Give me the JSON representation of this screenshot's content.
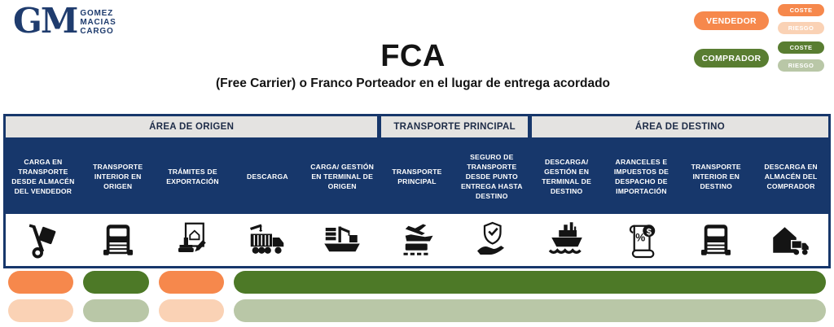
{
  "brand": {
    "initials": "GM",
    "name_lines": [
      "GOMEZ",
      "MACIAS",
      "CARGO"
    ]
  },
  "legend": {
    "vendedor": {
      "label": "VENDEDOR",
      "coste": "COSTE",
      "riesgo": "RIESGO"
    },
    "comprador": {
      "label": "COMPRADOR",
      "coste": "COSTE",
      "riesgo": "RIESGO"
    }
  },
  "title": "FCA",
  "subtitle": "(Free Carrier) o Franco Porteador en el lugar de entrega acordado",
  "sections": [
    {
      "label": "ÁREA DE ORIGEN",
      "cols": 5
    },
    {
      "label": "TRANSPORTE PRINCIPAL",
      "cols": 2
    },
    {
      "label": "ÁREA DE DESTINO",
      "cols": 4
    }
  ],
  "steps": [
    {
      "label": "CARGA EN TRANSPORTE DESDE ALMACÉN DEL VENDEDOR",
      "icon": "hand-truck-icon"
    },
    {
      "label": "TRANSPORTE INTERIOR EN ORIGEN",
      "icon": "truck-front-icon"
    },
    {
      "label": "TRÁMITES DE EXPORTACIÓN",
      "icon": "export-stamp-document-icon"
    },
    {
      "label": "DESCARGA",
      "icon": "container-truck-icon"
    },
    {
      "label": "CARGA/ GESTIÓN EN TERMINAL DE ORIGEN",
      "icon": "port-crane-ship-icon"
    },
    {
      "label": "TRANSPORTE PRINCIPAL",
      "icon": "multimodal-transport-icon"
    },
    {
      "label": "SEGURO DE TRANSPORTE DESDE PUNTO ENTREGA HASTA DESTINO",
      "icon": "insurance-shield-hand-icon"
    },
    {
      "label": "DESCARGA/ GESTIÓN EN TERMINAL DE DESTINO",
      "icon": "port-ship-icon"
    },
    {
      "label": "ARANCELES E IMPUESTOS DE DESPACHO DE IMPORTACIÓN",
      "icon": "tariff-scroll-icon"
    },
    {
      "label": "TRANSPORTE INTERIOR EN DESTINO",
      "icon": "truck-front-icon"
    },
    {
      "label": "DESCARGA EN ALMACÉN DEL COMPRADOR",
      "icon": "warehouse-delivery-icon"
    }
  ],
  "cost_bars": [
    {
      "party": "vendedor",
      "span": 1
    },
    {
      "party": "comprador",
      "span": 1
    },
    {
      "party": "vendedor",
      "span": 1
    },
    {
      "party": "comprador",
      "span": 8
    }
  ],
  "risk_bars": [
    {
      "party": "vendedor",
      "span": 1
    },
    {
      "party": "comprador",
      "span": 1
    },
    {
      "party": "vendedor",
      "span": 1
    },
    {
      "party": "comprador",
      "span": 8
    }
  ],
  "colors": {
    "orange": "#F6884C",
    "orange_light": "#FAD2B5",
    "green": "#4D7927",
    "green_legend": "#597D31",
    "green_light": "#B9C7A7",
    "navy": "#17376B",
    "navy_text": "#1F3C6E",
    "gray_header": "#E4E3E1"
  }
}
